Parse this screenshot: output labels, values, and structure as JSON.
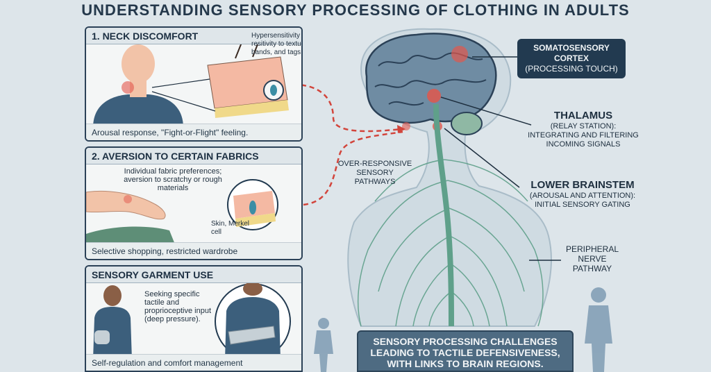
{
  "title": "UNDERSTANDING SENSORY PROCESSING OF CLOTHING IN ADULTS",
  "panels": [
    {
      "heading": "1. NECK DISCOMFORT",
      "text": "Hypersensitivity for arioils resitivity to textures, tight bands, and tags.",
      "footer": "Arousal response, \"Fight-or-Flight\" feeling."
    },
    {
      "heading": "2. AVERSION TO CERTAIN FABRICS",
      "text": "Individual fabric preferences; aversion to scratchy or rough materials",
      "sublabel": "Skin, Merkel cell",
      "footer": "Selective shopping, restricted wardrobe"
    },
    {
      "heading": "SENSORY GARMENT USE",
      "text": "Seeking specific tactile and proprioceptive input (deep pressure).",
      "footer": "Self-regulation and comfort management"
    }
  ],
  "brain_labels": {
    "cortex_title": "SOMATOSENSORY CORTEX",
    "cortex_sub": "(PROCESSING TOUCH)",
    "thalamus_title": "THALAMUS",
    "thalamus_sub": "(RELAY STATION): INTEGRATING AND FILTERING INCOMING SIGNALS",
    "brainstem_title": "LOWER BRAINSTEM",
    "brainstem_sub": "(AROUSAL AND ATTENTION): INITIAL SENSORY GATING",
    "pathways": "OVER-RESPONSIVE SENSORY PATHWAYS",
    "peripheral": "PERIPHERAL NERVE PATHWAY"
  },
  "summary": "SENSORY PROCESSING CHALLENGES LEADING TO TACTILE DEFENSIVENESS, WITH LINKS TO BRAIN REGIONS.",
  "colors": {
    "background": "#dde5ea",
    "navy": "#223a50",
    "nerve": "#5fa08a",
    "alert": "#d2453c",
    "skin": "#f2c3a8",
    "shirt": "#3c5f7c"
  }
}
